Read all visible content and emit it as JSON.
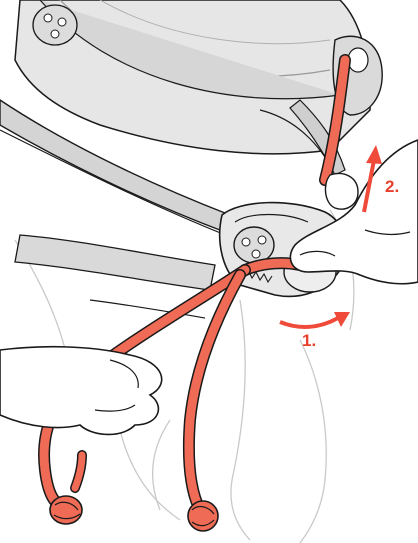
{
  "steps": [
    {
      "label": "1.",
      "description": "rotate-arrow"
    },
    {
      "label": "2.",
      "description": "pull-up-arrow"
    }
  ],
  "colors": {
    "cord": "#ef6b55",
    "cord_outline": "#1a1a1a",
    "arrow": "#ef4a3a",
    "label": "#e8402e",
    "helmet_fill": "#e4e4e4",
    "helmet_dark": "#cfcfcf",
    "strap": "#d8d8d8",
    "faint_line": "#bdbdbd"
  },
  "icons": [
    "helmet-shell-icon",
    "adjustment-wheel-icon",
    "hand-icon",
    "cord-icon",
    "arrow-icon"
  ]
}
